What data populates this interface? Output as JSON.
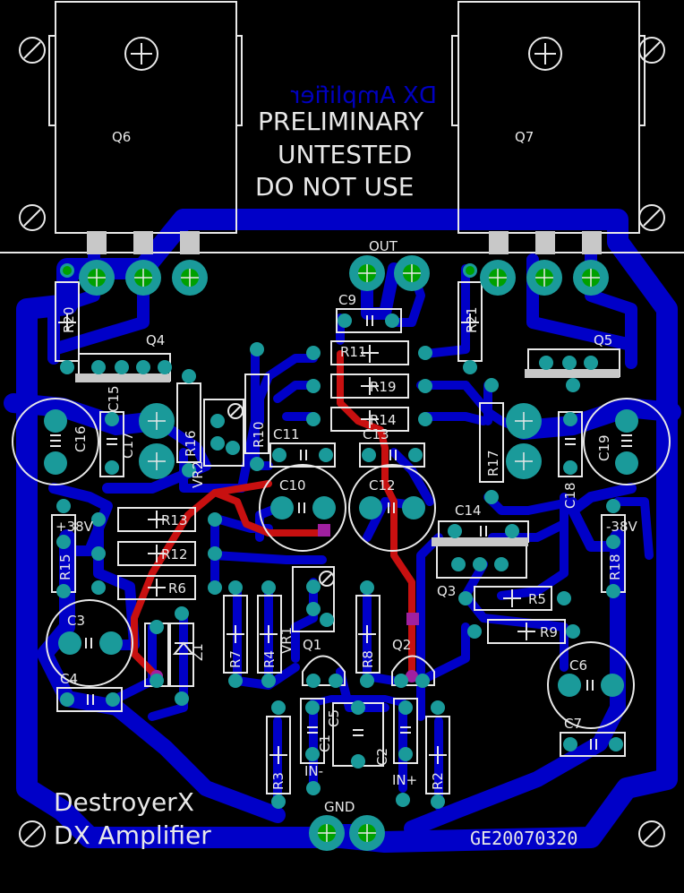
{
  "title_mirrored": "DX Amplifier",
  "warning": [
    "PRELIMINARY",
    "UNTESTED",
    "DO NOT USE"
  ],
  "footer": {
    "name": "DestroyerX",
    "product": "DX Amplifier",
    "code": "GE20070320"
  },
  "nets": {
    "out": "OUT",
    "gnd": "GND",
    "in_minus": "IN-",
    "in_plus": "IN+",
    "pos_rail": "+38V",
    "neg_rail": "-38V"
  },
  "transistors": {
    "q1": "Q1",
    "q2": "Q2",
    "q3": "Q3",
    "q4": "Q4",
    "q5": "Q5",
    "q6": "Q6",
    "q7": "Q7"
  },
  "resistors": {
    "r2": "R2",
    "r3": "R3",
    "r4": "R4",
    "r5": "R5",
    "r6": "R6",
    "r7": "R7",
    "r8": "R8",
    "r9": "R9",
    "r10": "R10",
    "r11": "R11",
    "r12": "R12",
    "r13": "R13",
    "r14": "R14",
    "r15": "R15",
    "r16": "R16",
    "r17": "R17",
    "r18": "R18",
    "r19": "R19",
    "r20": "R20",
    "r21": "R21"
  },
  "capacitors": {
    "c1": "C1",
    "c2": "C2",
    "c3": "C3",
    "c4": "C4",
    "c5": "C5",
    "c6": "C6",
    "c7": "C7",
    "c9": "C9",
    "c10": "C10",
    "c11": "C11",
    "c12": "C12",
    "c13": "C13",
    "c14": "C14",
    "c15": "C15",
    "c16": "C16",
    "c17": "C17",
    "c18": "C18",
    "c19": "C19"
  },
  "trimmers": {
    "vr1": "VR1",
    "vr2": "VR2"
  },
  "diodes": {
    "z1": "Z1"
  },
  "colors": {
    "background": "#000000",
    "copper": "#0000c8",
    "top_trace": "#c81010",
    "pad": "#1a9a9a",
    "silk": "#e8e8e8",
    "via": "#a020a0",
    "drill": "#00c000"
  }
}
